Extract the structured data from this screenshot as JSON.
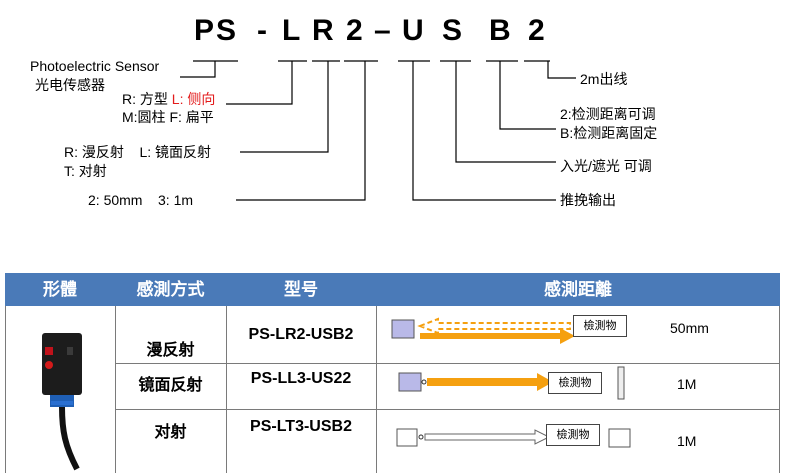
{
  "model_code": {
    "chars": [
      "P",
      "S",
      "-",
      "L",
      "R",
      "2",
      "–",
      "U",
      "S",
      "B",
      "2"
    ]
  },
  "left_labels": {
    "series_en": "Photoelectric Sensor",
    "series_cn": "光电传感器",
    "direction_prefix": "R: 方型",
    "direction_red": "L: 侧向",
    "direction_line2": "M:圆柱 F: 扁平",
    "mode_line1": "R: 漫反射    L: 镜面反射",
    "mode_line2": "T: 对射",
    "distance": "2: 50mm    3: 1m"
  },
  "right_labels": {
    "cable": "2m出线",
    "adjust_line1": "2:检测距离可调",
    "adjust_line2": "B:检测距离固定",
    "light": "入光/遮光 可调",
    "output": "推挽输出"
  },
  "table": {
    "headers": [
      "形體",
      "感測方式",
      "型号",
      "感測距離"
    ],
    "rows": [
      {
        "method": "漫反射",
        "model": "PS-LR2-USB2",
        "object": "檢測物",
        "distance": "50mm"
      },
      {
        "method": "镜面反射",
        "model": "PS-LL3-US22",
        "object": "檢測物",
        "distance": "1M"
      },
      {
        "method": "对射",
        "model": "PS-LT3-USB2",
        "object": "檢測物",
        "distance": "1M"
      }
    ]
  },
  "colors": {
    "header_bg": "#4a7ab8",
    "arrow": "#f5a010",
    "red_text": "#e31b1b",
    "sensor_box": "#b9b9e8"
  }
}
